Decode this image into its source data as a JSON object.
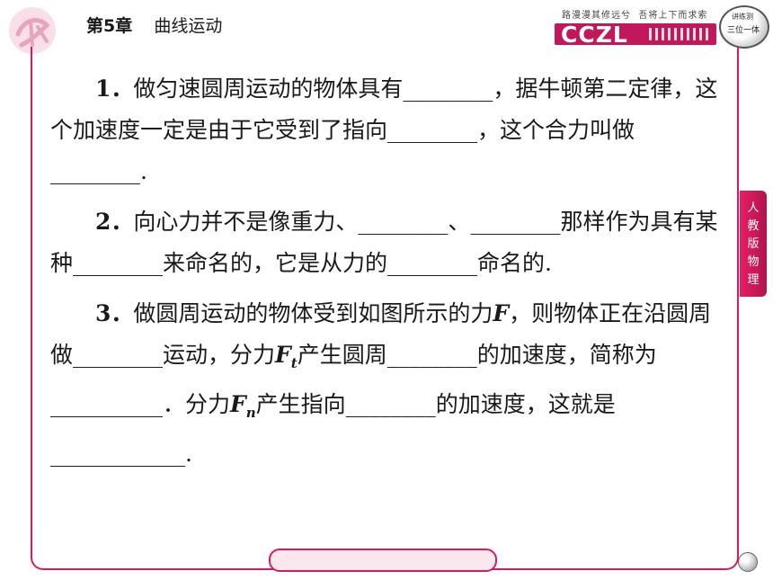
{
  "header": {
    "chapter_number": "第5章",
    "chapter_title": "曲线运动",
    "slogan": "路漫漫其修远兮  吾将上下而求索",
    "brand": "CCZL",
    "badge_top": "讲练测",
    "badge_bottom": "三位一体"
  },
  "side_tab": [
    "人",
    "教",
    "版",
    "物",
    "理"
  ],
  "colors": {
    "accent": "#d81b60",
    "tab": "#e91e63"
  },
  "questions": [
    {
      "num": "1．",
      "t1": "做匀速圆周运动的物体具有",
      "b1": "________",
      "t2": "，据牛顿第二定律，这个加速度一定是由于它受到了指向",
      "b2": "________",
      "t3": "，这个合力叫做",
      "b3": "________",
      "t4": "."
    },
    {
      "num": "2．",
      "t1": "向心力并不是像重力、",
      "b1": "________",
      "t2": "、",
      "b2": "________",
      "t3": "那样作为具有某种",
      "b3": "________",
      "t4": "来命名的，它是从力的",
      "b4": "________",
      "t5": "命名的."
    },
    {
      "num": "3．",
      "t1": "做圆周运动的物体受到如图所示的力",
      "F1": "F",
      "t2": "，则物体正在沿圆周做",
      "b1": "________",
      "t3": "运动，分力",
      "F2": "F",
      "s2": "t",
      "t4": "产生圆周",
      "b2": "________",
      "t5": "的加速度，简称为",
      "b3": "__________",
      "t6": "．分力",
      "F3": "F",
      "s3": "n",
      "t7": "产生指向",
      "b4": "________",
      "t8": "的加速度，这就是",
      "b5": "____________",
      "t9": "."
    }
  ]
}
